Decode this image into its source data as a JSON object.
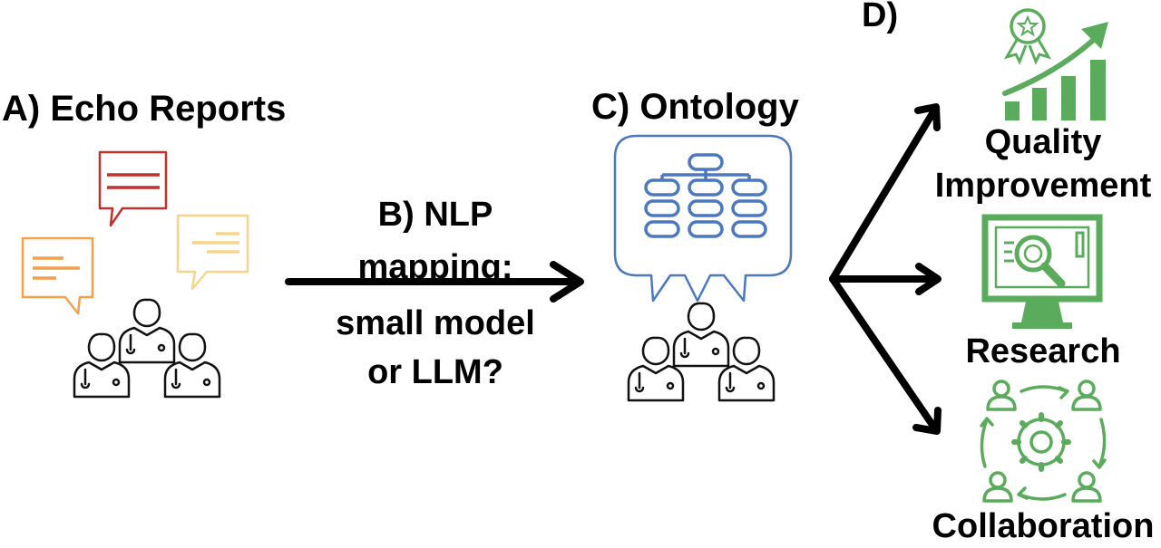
{
  "labels": {
    "echo_reports": "A) Echo Reports",
    "nlp_line1": "B) NLP",
    "nlp_line2": "mapping:",
    "nlp_line3": "small model",
    "nlp_line4": "or LLM?",
    "ontology": "C) Ontology",
    "outcomes": "D)"
  },
  "outcomes": [
    {
      "line1": "Quality",
      "line2": "Improvement",
      "icon": "award-growth-chart-icon"
    },
    {
      "line1": "Research",
      "icon": "monitor-magnifier-icon"
    },
    {
      "line1": "Collaboration",
      "icon": "team-gear-cycle-icon"
    }
  ],
  "colors": {
    "red": "#c0302c",
    "orange": "#f4a04f",
    "yellow": "#f6d58a",
    "blue": "#4b78bf",
    "green": "#5aac5c",
    "black": "#000000"
  }
}
